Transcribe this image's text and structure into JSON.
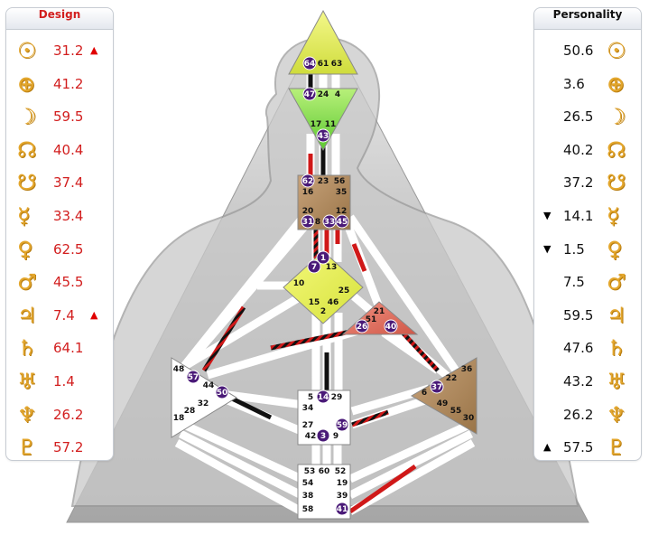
{
  "design": {
    "title": "Design",
    "rows": [
      {
        "planet": "sun-icon",
        "glyph": "☉",
        "value": "31.2",
        "arrow": "▲"
      },
      {
        "planet": "earth-icon",
        "glyph": "⊕",
        "value": "41.2",
        "arrow": ""
      },
      {
        "planet": "moon-icon",
        "glyph": "☽",
        "value": "59.5",
        "arrow": ""
      },
      {
        "planet": "north-node-icon",
        "glyph": "☊",
        "value": "40.4",
        "arrow": ""
      },
      {
        "planet": "south-node-icon",
        "glyph": "☋",
        "value": "37.4",
        "arrow": ""
      },
      {
        "planet": "mercury-icon",
        "glyph": "☿",
        "value": "33.4",
        "arrow": ""
      },
      {
        "planet": "venus-icon",
        "glyph": "♀",
        "value": "62.5",
        "arrow": ""
      },
      {
        "planet": "mars-icon",
        "glyph": "♂",
        "value": "45.5",
        "arrow": ""
      },
      {
        "planet": "jupiter-icon",
        "glyph": "♃",
        "value": "7.4",
        "arrow": "▲"
      },
      {
        "planet": "saturn-icon",
        "glyph": "♄",
        "value": "64.1",
        "arrow": ""
      },
      {
        "planet": "uranus-icon",
        "glyph": "♅",
        "value": "1.4",
        "arrow": ""
      },
      {
        "planet": "neptune-icon",
        "glyph": "♆",
        "value": "26.2",
        "arrow": ""
      },
      {
        "planet": "pluto-icon",
        "glyph": "♇",
        "value": "57.2",
        "arrow": ""
      }
    ]
  },
  "personality": {
    "title": "Personality",
    "rows": [
      {
        "planet": "sun-icon",
        "glyph": "☉",
        "value": "50.6",
        "arrow": ""
      },
      {
        "planet": "earth-icon",
        "glyph": "⊕",
        "value": "3.6",
        "arrow": ""
      },
      {
        "planet": "moon-icon",
        "glyph": "☽",
        "value": "26.5",
        "arrow": ""
      },
      {
        "planet": "north-node-icon",
        "glyph": "☊",
        "value": "40.2",
        "arrow": ""
      },
      {
        "planet": "south-node-icon",
        "glyph": "☋",
        "value": "37.2",
        "arrow": ""
      },
      {
        "planet": "mercury-icon",
        "glyph": "☿",
        "value": "14.1",
        "arrow": "▼"
      },
      {
        "planet": "venus-icon",
        "glyph": "♀",
        "value": "1.5",
        "arrow": "▼"
      },
      {
        "planet": "mars-icon",
        "glyph": "♂",
        "value": "7.5",
        "arrow": ""
      },
      {
        "planet": "jupiter-icon",
        "glyph": "♃",
        "value": "59.5",
        "arrow": ""
      },
      {
        "planet": "saturn-icon",
        "glyph": "♄",
        "value": "47.6",
        "arrow": ""
      },
      {
        "planet": "uranus-icon",
        "glyph": "♅",
        "value": "43.2",
        "arrow": ""
      },
      {
        "planet": "neptune-icon",
        "glyph": "♆",
        "value": "26.2",
        "arrow": ""
      },
      {
        "planet": "pluto-icon",
        "glyph": "♇",
        "value": "57.5",
        "arrow": "▲"
      }
    ]
  },
  "colors": {
    "design_red": "#d21e1e",
    "planet_gold": "#e3a62c",
    "activated_gate": "#4a1a78",
    "head_center": "#e6ef5c",
    "ajna_center": "#8ee04c",
    "throat_center": "#b08a5e",
    "g_center": "#e8f05a",
    "heart_center": "#e07060",
    "spleen_center": "#ffffff",
    "solar_plexus_center": "#b08a5e",
    "sacral_center": "#ffffff",
    "root_center": "#ffffff"
  },
  "bodygraph": {
    "centers": {
      "head": {
        "gates": [
          {
            "g": "64",
            "a": true
          },
          {
            "g": "61",
            "a": false
          },
          {
            "g": "63",
            "a": false
          }
        ]
      },
      "ajna": {
        "gates": [
          {
            "g": "47",
            "a": true
          },
          {
            "g": "24",
            "a": false
          },
          {
            "g": "4",
            "a": false
          },
          {
            "g": "17",
            "a": false
          },
          {
            "g": "11",
            "a": false
          },
          {
            "g": "43",
            "a": true
          }
        ]
      },
      "throat": {
        "gates": [
          {
            "g": "62",
            "a": true
          },
          {
            "g": "23",
            "a": false
          },
          {
            "g": "56",
            "a": false
          },
          {
            "g": "16",
            "a": false
          },
          {
            "g": "35",
            "a": false
          },
          {
            "g": "20",
            "a": false
          },
          {
            "g": "12",
            "a": false
          },
          {
            "g": "31",
            "a": true
          },
          {
            "g": "8",
            "a": false
          },
          {
            "g": "33",
            "a": true
          },
          {
            "g": "45",
            "a": true
          }
        ]
      },
      "g": {
        "gates": [
          {
            "g": "1",
            "a": true
          },
          {
            "g": "7",
            "a": true
          },
          {
            "g": "13",
            "a": false
          },
          {
            "g": "10",
            "a": false
          },
          {
            "g": "25",
            "a": false
          },
          {
            "g": "15",
            "a": false
          },
          {
            "g": "46",
            "a": false
          },
          {
            "g": "2",
            "a": false
          }
        ]
      },
      "heart": {
        "gates": [
          {
            "g": "21",
            "a": false
          },
          {
            "g": "51",
            "a": false
          },
          {
            "g": "26",
            "a": true
          },
          {
            "g": "40",
            "a": true
          }
        ]
      },
      "spleen": {
        "gates": [
          {
            "g": "48",
            "a": false
          },
          {
            "g": "57",
            "a": true
          },
          {
            "g": "44",
            "a": false
          },
          {
            "g": "50",
            "a": true
          },
          {
            "g": "32",
            "a": false
          },
          {
            "g": "28",
            "a": false
          },
          {
            "g": "18",
            "a": false
          }
        ]
      },
      "solar_plexus": {
        "gates": [
          {
            "g": "36",
            "a": false
          },
          {
            "g": "22",
            "a": false
          },
          {
            "g": "37",
            "a": true
          },
          {
            "g": "6",
            "a": false
          },
          {
            "g": "49",
            "a": false
          },
          {
            "g": "55",
            "a": false
          },
          {
            "g": "30",
            "a": false
          }
        ]
      },
      "sacral": {
        "gates": [
          {
            "g": "5",
            "a": false
          },
          {
            "g": "14",
            "a": true
          },
          {
            "g": "29",
            "a": false
          },
          {
            "g": "34",
            "a": false
          },
          {
            "g": "27",
            "a": false
          },
          {
            "g": "59",
            "a": true
          },
          {
            "g": "42",
            "a": false
          },
          {
            "g": "3",
            "a": true
          },
          {
            "g": "9",
            "a": false
          }
        ]
      },
      "root": {
        "gates": [
          {
            "g": "53",
            "a": false
          },
          {
            "g": "60",
            "a": false
          },
          {
            "g": "52",
            "a": false
          },
          {
            "g": "54",
            "a": false
          },
          {
            "g": "19",
            "a": false
          },
          {
            "g": "38",
            "a": false
          },
          {
            "g": "39",
            "a": false
          },
          {
            "g": "58",
            "a": false
          },
          {
            "g": "41",
            "a": true
          }
        ]
      }
    }
  }
}
